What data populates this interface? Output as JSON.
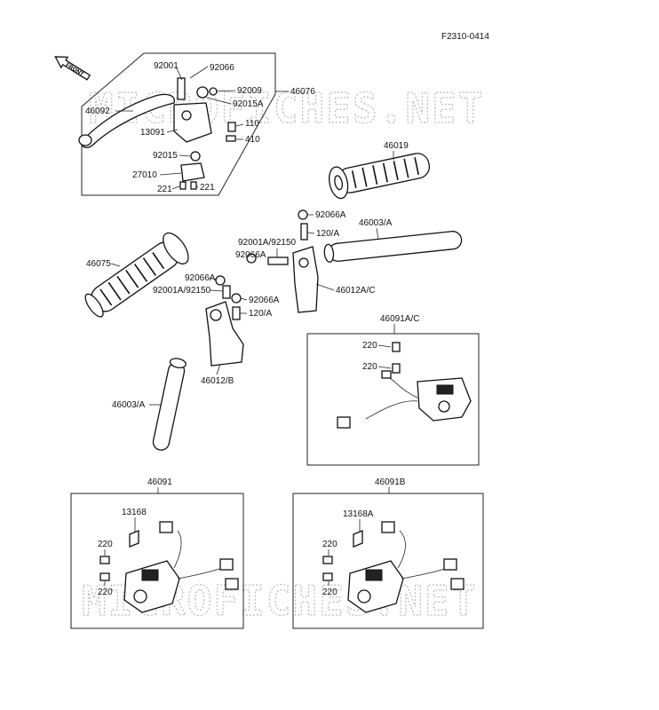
{
  "figure_code": "F2310-0414",
  "front_arrow_text": "FRONT",
  "watermark": "MICROFICHES.NET",
  "callouts": {
    "p92001": "92001",
    "p92066": "92066",
    "p92009": "92009",
    "p46076": "46076",
    "p92015A": "92015A",
    "p46092": "46092",
    "p110": "110",
    "p13091": "13091",
    "p410": "410",
    "p92015": "92015",
    "p27010": "27010",
    "p221a": "221",
    "p221b": "221",
    "p46019": "46019",
    "p92066A_top": "92066A",
    "p46003A_top": "46003/A",
    "p92001A92150_top": "92001A/92150",
    "p120A_top": "120/A",
    "p92066A_mid": "92066A",
    "p46075": "46075",
    "p92066A_left": "92066A",
    "p46012AC": "46012A/C",
    "p92001A92150_left": "92001A/92150",
    "p92066A_low": "92066A",
    "p120A_low": "120/A",
    "p46091AC": "46091A/C",
    "p220_r1": "220",
    "p220_r2": "220",
    "p46012B": "46012/B",
    "p46003A_low": "46003/A",
    "p46091": "46091",
    "p13168": "13168",
    "p220_l1": "220",
    "p220_l2": "220",
    "p46091B": "46091B",
    "p13168A": "13168A",
    "p220_m1": "220",
    "p220_m2": "220"
  }
}
